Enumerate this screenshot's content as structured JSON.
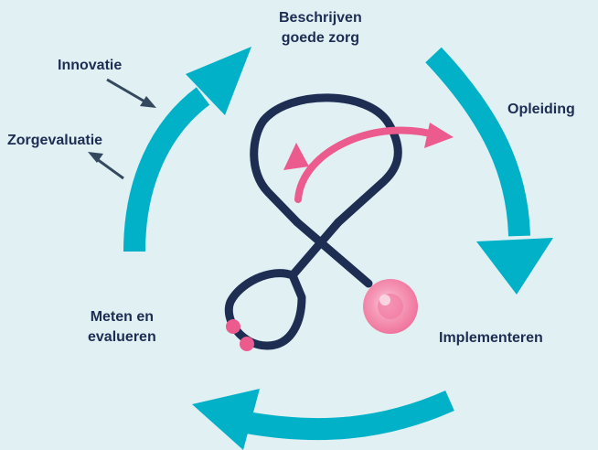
{
  "labels": {
    "beschrijven": [
      "Beschrijven",
      "goede zorg"
    ],
    "opleiding": "Opleiding",
    "implementeren": "Implementeren",
    "meten": [
      "Meten en",
      "evalueren"
    ],
    "innovatie": "Innovatie",
    "zorgevaluatie": "Zorgevaluatie"
  },
  "colors": {
    "background": "#e1f0f3",
    "cycle_arrow": "#00b1c8",
    "text": "#1e2d52",
    "stethoscope": "#1e2d52",
    "accent_pink": "#ec5b8e"
  },
  "icons": [
    "stethoscope-icon",
    "chestpiece-icon",
    "earpiece-icon"
  ]
}
